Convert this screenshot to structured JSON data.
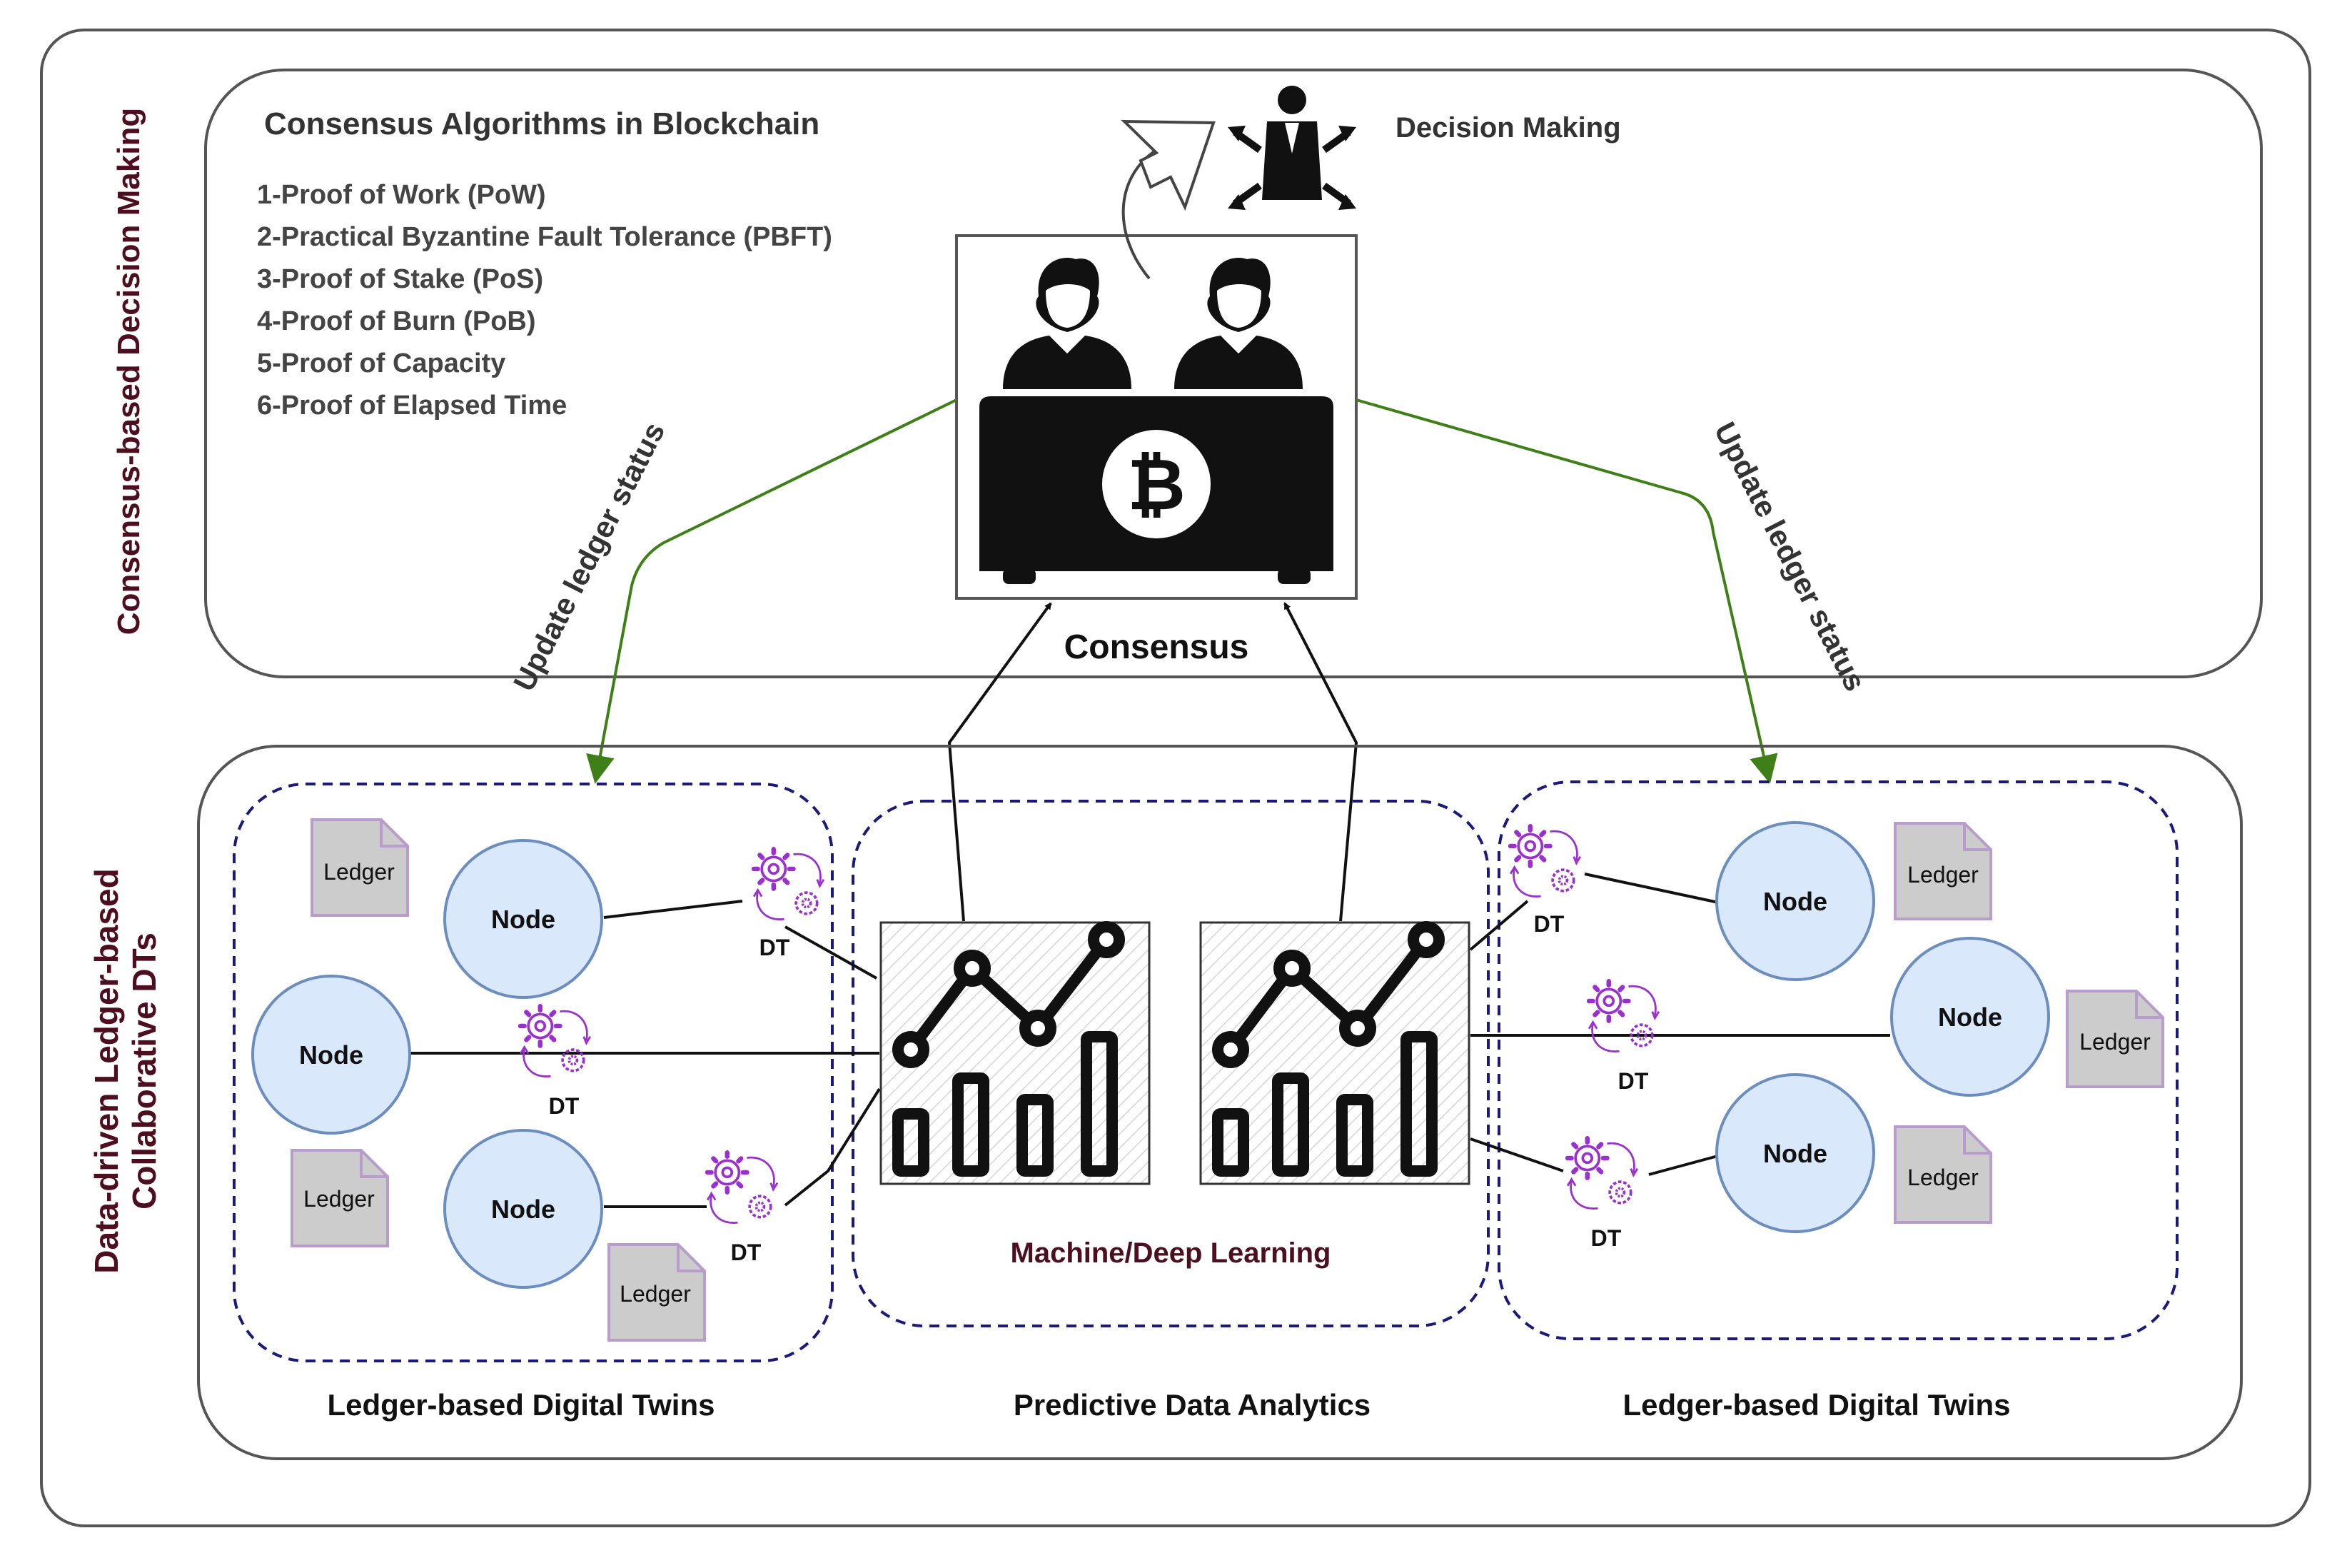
{
  "top_panel": {
    "side_label": "Consensus-based Decision Making",
    "algorithms_title": "Consensus Algorithms in Blockchain",
    "algorithms": [
      "1-Proof of Work (PoW)",
      "2-Practical Byzantine Fault Tolerance (PBFT)",
      "3-Proof of Stake (PoS)",
      "4-Proof of Burn (PoB)",
      "5-Proof of Capacity",
      "6-Proof of Elapsed Time"
    ],
    "decision_label": "Decision Making",
    "consensus_label": "Consensus",
    "update_left": "Update ledger status",
    "update_right": "Update ledger status"
  },
  "bottom_panel": {
    "side_label_line1": "Data-driven Ledger-based",
    "side_label_line2": "Collaborative DTs",
    "node_label": "Node",
    "ledger_label": "Ledger",
    "dt_label": "DT",
    "ml_label": "Machine/Deep Learning",
    "caption_left": "Ledger-based Digital Twins",
    "caption_center": "Predictive Data Analytics",
    "caption_right": "Ledger-based Digital Twins"
  },
  "colors": {
    "panel_border": "#555555",
    "node_fill": "#dae8fc",
    "node_stroke": "#6c8ebf",
    "ledger_fill": "#cccccc",
    "ledger_stroke": "#b89ccb",
    "dashed_group": "#1a1a7a",
    "green_arrow": "#3f7f17",
    "side_label": "#4d0f1f",
    "gear": "#9b30d0",
    "ml_text": "#4d0f1f"
  }
}
